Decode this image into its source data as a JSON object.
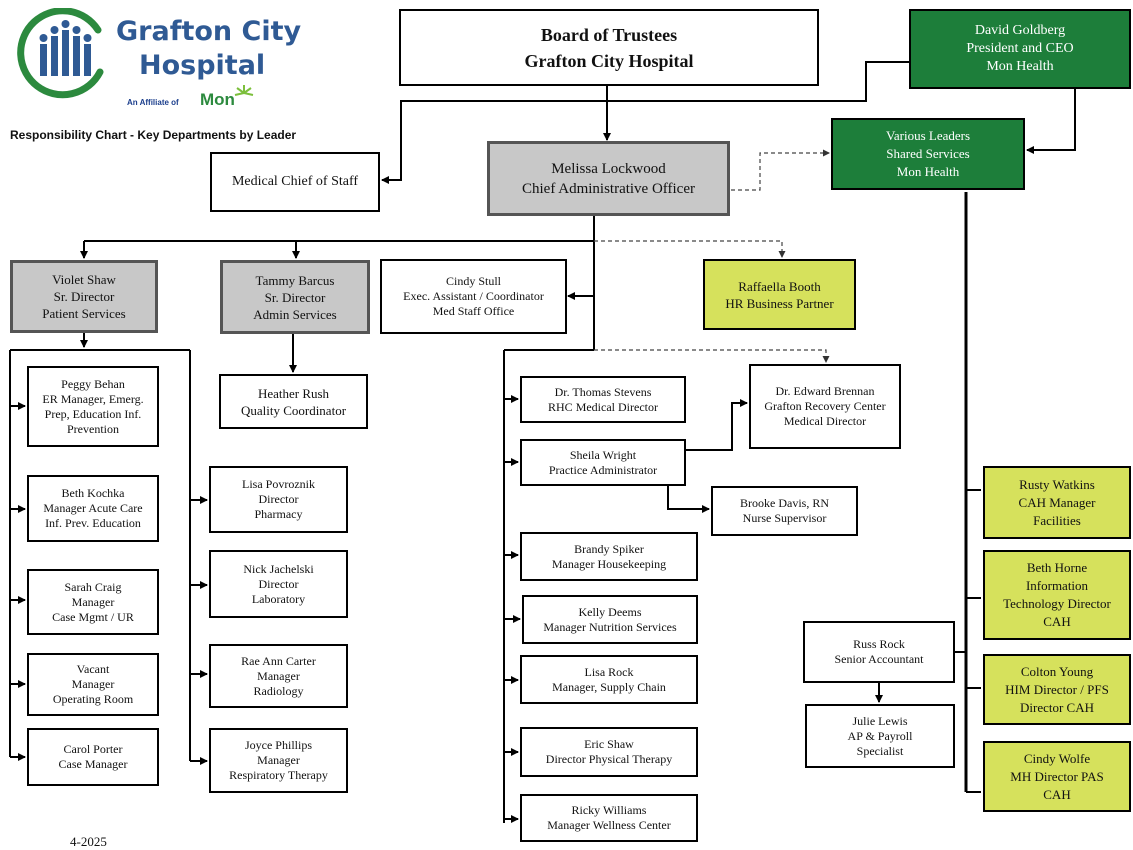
{
  "logo": {
    "name_line1": "Grafton City",
    "name_line2": "Hospital",
    "affiliate_prefix": "An Affiliate of",
    "affiliate_brand": "Mon"
  },
  "chart_title": "Responsibility Chart - Key Departments by Leader",
  "footer_date": "4-2025",
  "colors": {
    "green": "#1d7e3a",
    "yellow": "#d6e15c",
    "gray": "#c8c8c8",
    "brand_blue": "#2f5a94",
    "brand_green": "#2c8a3e"
  },
  "nodes": {
    "board": [
      "Board of Trustees",
      "Grafton City Hospital"
    ],
    "goldberg": [
      "David Goldberg",
      "President and CEO",
      "Mon Health"
    ],
    "various": [
      "Various Leaders",
      "Shared Services",
      "Mon Health"
    ],
    "medchief": [
      "Medical Chief of Staff"
    ],
    "lockwood": [
      "Melissa Lockwood",
      "Chief Administrative Officer"
    ],
    "vshaw": [
      "Violet Shaw",
      "Sr. Director",
      "Patient Services"
    ],
    "tbarcus": [
      "Tammy Barcus",
      "Sr. Director",
      "Admin Services"
    ],
    "cstull": [
      "Cindy Stull",
      "Exec. Assistant / Coordinator",
      "Med Staff Office"
    ],
    "rbooth": [
      "Raffaella Booth",
      "HR Business Partner"
    ],
    "hrush": [
      "Heather Rush",
      "Quality Coordinator"
    ],
    "pbehan": [
      "Peggy Behan",
      "ER Manager, Emerg.",
      "Prep, Education Inf.",
      "Prevention"
    ],
    "bkochka": [
      "Beth Kochka",
      "Manager Acute Care",
      "Inf. Prev. Education"
    ],
    "scraig": [
      "Sarah Craig",
      "Manager",
      "Case Mgmt / UR"
    ],
    "vacant": [
      "Vacant",
      "Manager",
      "Operating Room"
    ],
    "cporter": [
      "Carol Porter",
      "Case Manager"
    ],
    "lpovroznik": [
      "Lisa Povroznik",
      "Director",
      "Pharmacy"
    ],
    "njachelski": [
      "Nick Jachelski",
      "Director",
      "Laboratory"
    ],
    "rcarter": [
      "Rae Ann Carter",
      "Manager",
      "Radiology"
    ],
    "jphillips": [
      "Joyce Phillips",
      "Manager",
      "Respiratory Therapy"
    ],
    "tstevens": [
      "Dr. Thomas Stevens",
      "RHC Medical Director"
    ],
    "swright": [
      "Sheila Wright",
      "Practice Administrator"
    ],
    "ebrennan": [
      "Dr. Edward Brennan",
      "Grafton Recovery Center",
      "Medical Director"
    ],
    "bdavis": [
      "Brooke Davis, RN",
      "Nurse Supervisor"
    ],
    "bspiker": [
      "Brandy Spiker",
      "Manager Housekeeping"
    ],
    "kdeems": [
      "Kelly Deems",
      "Manager Nutrition Services"
    ],
    "lrock": [
      "Lisa Rock",
      "Manager, Supply Chain"
    ],
    "eshaw": [
      "Eric Shaw",
      "Director Physical Therapy"
    ],
    "rwilliams": [
      "Ricky Williams",
      "Manager Wellness Center"
    ],
    "rrock": [
      "Russ Rock",
      "Senior Accountant"
    ],
    "jlewis": [
      "Julie Lewis",
      "AP & Payroll",
      "Specialist"
    ],
    "rwatkins": [
      "Rusty Watkins",
      "CAH Manager",
      "Facilities"
    ],
    "bhorne": [
      "Beth Horne",
      "Information",
      "Technology Director",
      "CAH"
    ],
    "cyoung": [
      "Colton Young",
      "HIM Director / PFS",
      "Director CAH"
    ],
    "cwolfe": [
      "Cindy Wolfe",
      "MH Director PAS",
      "CAH"
    ]
  }
}
